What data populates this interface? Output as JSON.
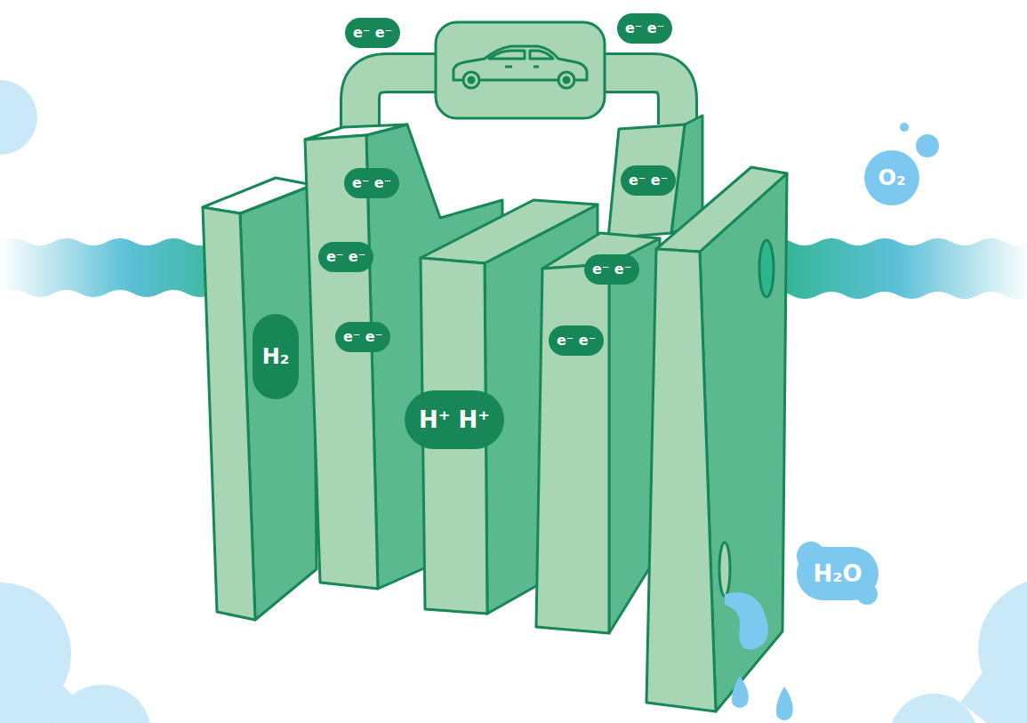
{
  "diagram": {
    "nodes": [
      {
        "text": [
          "e⁻ e⁻"
        ]
      },
      {
        "text": [
          "e⁻ e⁻"
        ]
      },
      {
        "text": [
          "e⁻ e⁻"
        ]
      },
      {
        "text": [
          "e⁻ e⁻"
        ]
      },
      {
        "text": [
          "e⁻ e⁻"
        ]
      },
      {
        "text": [
          "e⁻ e⁻"
        ]
      },
      {
        "text": [
          "H₂"
        ]
      },
      {
        "text": [
          "e⁻ e⁻"
        ]
      },
      {
        "text": [
          "e⁻ e⁻"
        ]
      },
      {
        "text": [
          "H⁺ H⁺"
        ]
      },
      {
        "text": [
          "O₂"
        ]
      },
      {
        "text": [
          "H₂O"
        ]
      }
    ]
  }
}
